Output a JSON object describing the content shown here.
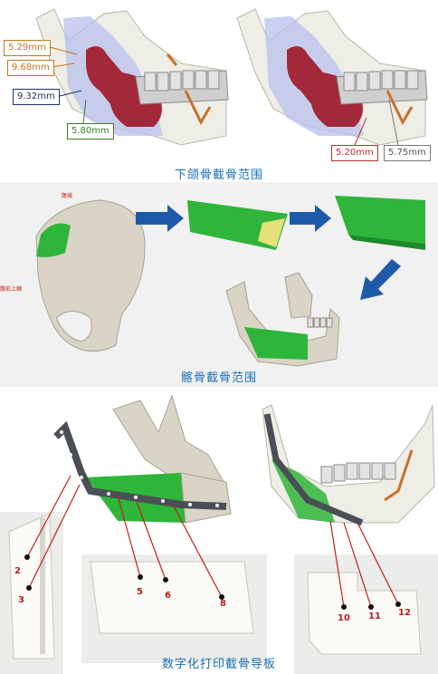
{
  "panel1": {
    "caption": "下颌骨截骨范围",
    "measurements_left": [
      "5.29mm",
      "9.68mm",
      "9.32mm",
      "5.80mm"
    ],
    "measurements_right": [
      "5.20mm",
      "5.75mm"
    ]
  },
  "panel2": {
    "caption": "髂骨截骨范围",
    "label_crest": "髂嵴",
    "label_spine": "髂前上棘"
  },
  "panel3": {
    "caption": "数字化打印截骨导板",
    "numbers": [
      "2",
      "3",
      "5",
      "6",
      "8",
      "10",
      "11",
      "12"
    ]
  },
  "colors": {
    "caption_blue": "#1a6fb8",
    "graft_green": "#2fb53a",
    "tumor_red": "#a3283a",
    "plate_gray": "#4a4f55",
    "arrow_blue": "#1f5aa8"
  }
}
